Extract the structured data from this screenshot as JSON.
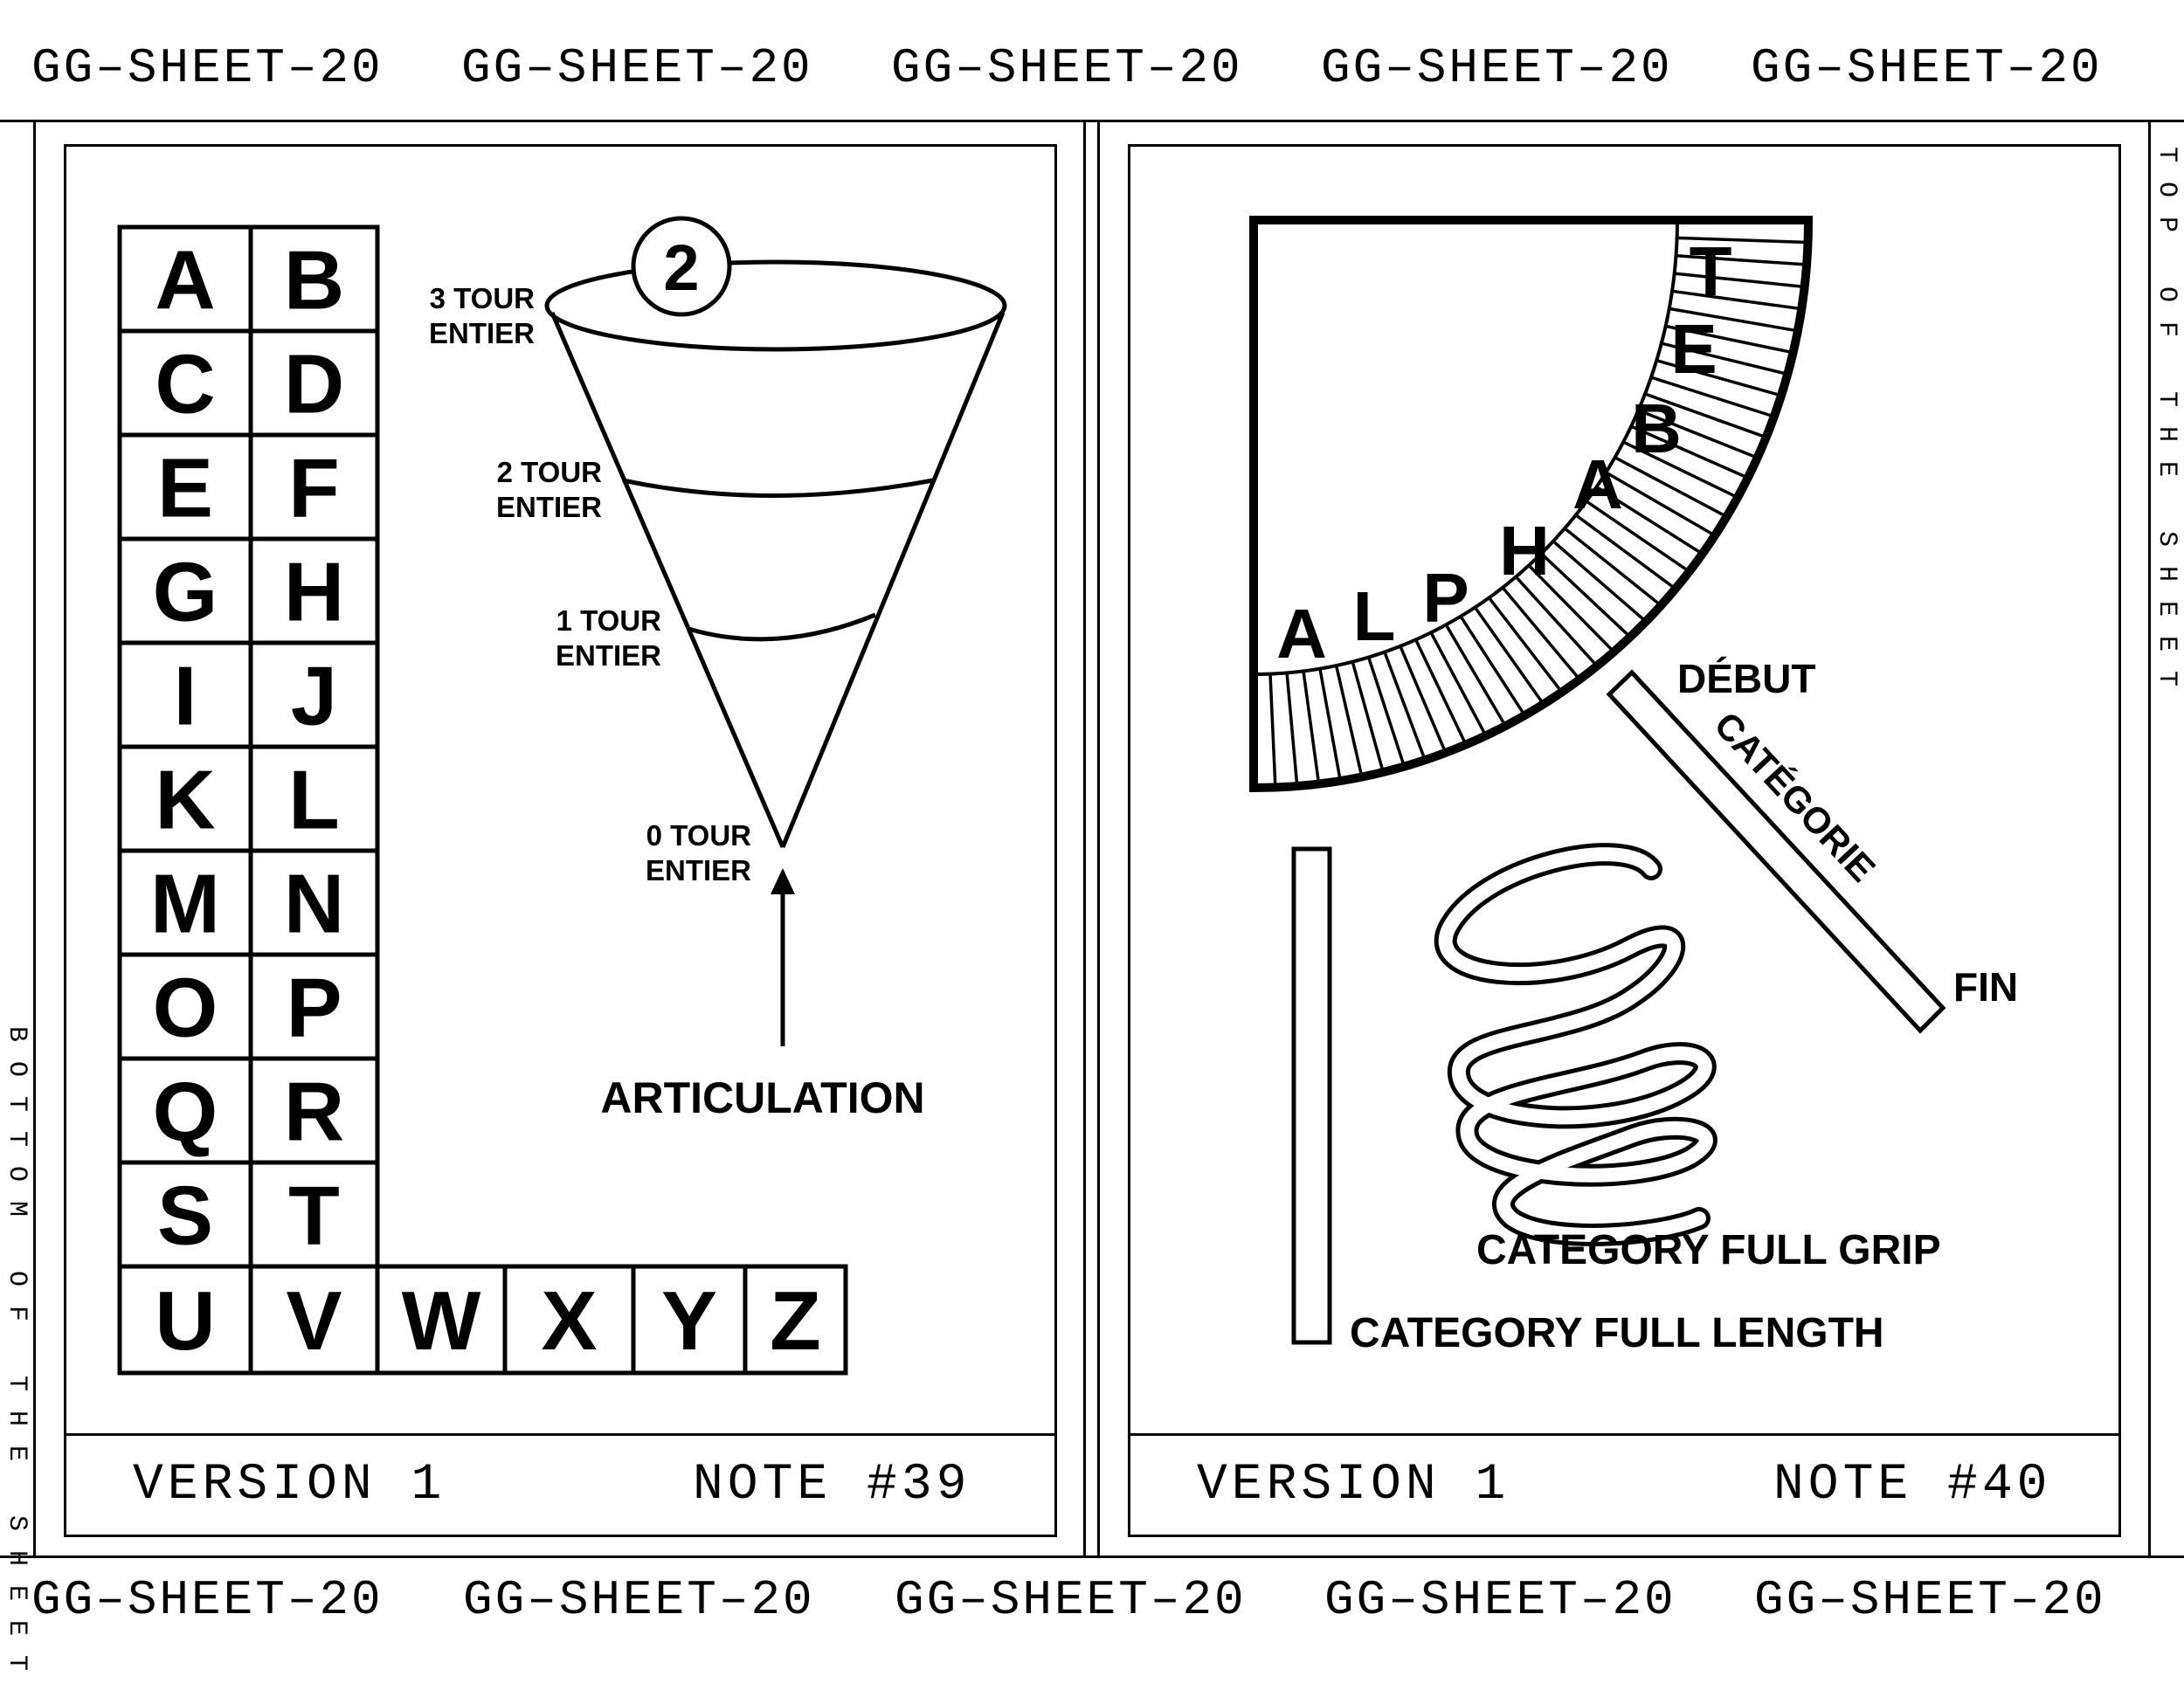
{
  "header": {
    "labels": [
      "GG–SHEET–20",
      "GG–SHEET–20",
      "GG–SHEET–20",
      "GG–SHEET–20",
      "GG–SHEET–20"
    ]
  },
  "footer": {
    "labels": [
      "GG–SHEET–20",
      "GG–SHEET–20",
      "GG–SHEET–20",
      "GG–SHEET–20",
      "GG–SHEET–20"
    ]
  },
  "side": {
    "left": "BOTTOM OF THE SHEET",
    "right": "TOP OF THE SHEET"
  },
  "card1": {
    "grid_pairs": [
      [
        "A",
        "B"
      ],
      [
        "C",
        "D"
      ],
      [
        "E",
        "F"
      ],
      [
        "G",
        "H"
      ],
      [
        "I",
        "J"
      ],
      [
        "K",
        "L"
      ],
      [
        "M",
        "N"
      ],
      [
        "O",
        "P"
      ],
      [
        "Q",
        "R"
      ],
      [
        "S",
        "T"
      ]
    ],
    "bottom_row": [
      "U",
      "V",
      "W",
      "X",
      "Y",
      "Z"
    ],
    "circle_number": "2",
    "levels": [
      {
        "line1": "3 TOUR",
        "line2": "ENTIER"
      },
      {
        "line1": "2 TOUR",
        "line2": "ENTIER"
      },
      {
        "line1": "1 TOUR",
        "line2": "ENTIER"
      },
      {
        "line1": "0 TOUR",
        "line2": "ENTIER"
      }
    ],
    "articulation": "ARTICULATION",
    "version": "VERSION 1",
    "note": "NOTE #39"
  },
  "card2": {
    "arc_letters": [
      "A",
      "L",
      "P",
      "H",
      "A",
      "B",
      "E",
      "T"
    ],
    "debut": "DÉBUT",
    "categorie": "CATÉGORIE",
    "fin": "FIN",
    "grip": "CATEGORY FULL GRIP",
    "length": "CATEGORY FULL LENGTH",
    "version": "VERSION 1",
    "note": "NOTE #40"
  }
}
